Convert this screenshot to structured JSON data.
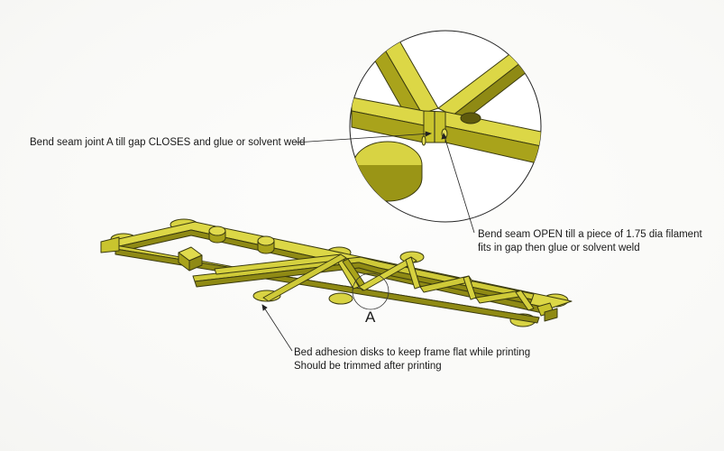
{
  "callouts": {
    "joint_a": "Bend seam joint A till gap CLOSES and glue or solvent weld",
    "seam_open_line1": "Bend seam OPEN till a piece of 1.75 dia filament",
    "seam_open_line2": "fits in gap then glue or solvent weld",
    "disks_line1": "Bed adhesion disks to keep frame flat while printing",
    "disks_line2": "Should be trimmed after printing",
    "joint_letter": "A"
  },
  "colors": {
    "frame_fill": "#c9c42e",
    "frame_top": "#dcd746",
    "frame_dark": "#8c8812",
    "outline": "#3a3a10"
  }
}
